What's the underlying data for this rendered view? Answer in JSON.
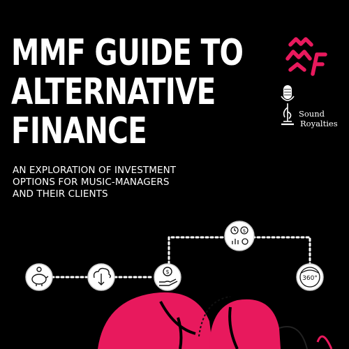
{
  "header": {
    "title_lines": [
      "MMF GUIDE TO",
      "ALTERNATIVE",
      "FINANCE"
    ],
    "subtitle_lines": [
      "AN EXPLORATION OF INVESTMENT",
      "OPTIONS FOR MUSIC-MANAGERS",
      "AND THEIR CLIENTS"
    ]
  },
  "logos": {
    "mmf_lettering": "MMF",
    "sound_royalties_lines": [
      "Sound",
      "Royalties"
    ]
  },
  "flow_icons": {
    "steps": [
      {
        "icon": "piggy-bank-icon"
      },
      {
        "icon": "cloud-download-icon"
      },
      {
        "icon": "hand-coin-icon"
      },
      {
        "icon": "finance-dashboard-icon"
      },
      {
        "icon": "360-view-icon",
        "label": "360°"
      }
    ]
  },
  "colors": {
    "background": "#000000",
    "text": "#ffffff",
    "accent_pink": "#e8195d",
    "icon_fill": "#ffffff",
    "icon_stroke": "#111111"
  }
}
